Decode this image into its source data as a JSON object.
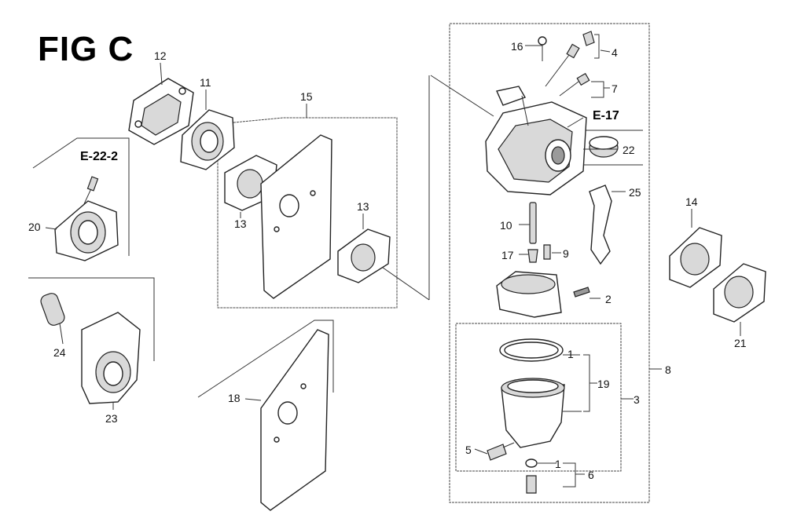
{
  "figure_title": "FIG C",
  "refs": {
    "r1": "E-22-2",
    "r2": "E-17"
  },
  "labels": {
    "p1a": "1",
    "p1b": "1",
    "p2": "2",
    "p3": "3",
    "p4": "4",
    "p5": "5",
    "p6": "6",
    "p7": "7",
    "p8": "8",
    "p9": "9",
    "p10": "10",
    "p11": "11",
    "p12": "12",
    "p13a": "13",
    "p13b": "13",
    "p14": "14",
    "p15": "15",
    "p16": "16",
    "p17": "17",
    "p18": "18",
    "p19": "19",
    "p20": "20",
    "p21": "21",
    "p22": "22",
    "p23": "23",
    "p24": "24",
    "p25": "25"
  }
}
